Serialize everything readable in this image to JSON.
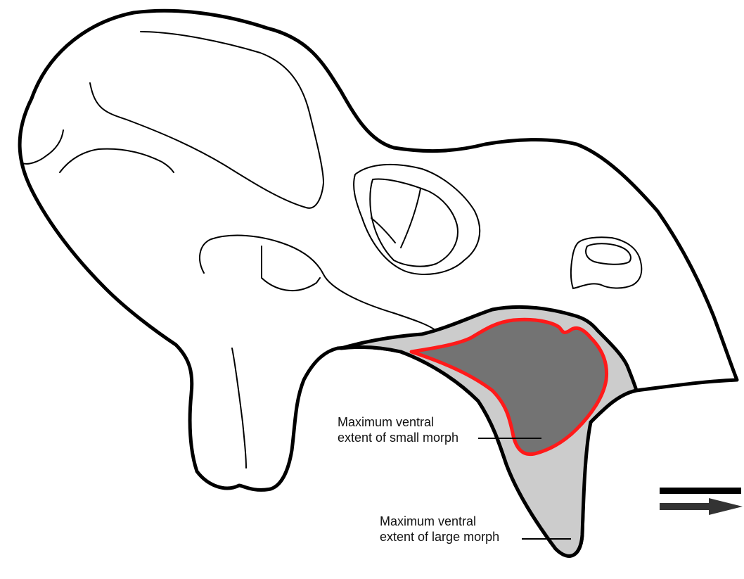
{
  "labels": {
    "small_morph": {
      "line1": "Maximum ventral",
      "line2": "extent of small morph"
    },
    "large_morph": {
      "line1": "Maximum ventral",
      "line2": "extent of large morph"
    }
  },
  "colors": {
    "outline": "#000000",
    "background": "#ffffff",
    "large_morph_fill": "#cccccc",
    "small_morph_fill": "#737373",
    "small_morph_outline": "#ff1a1a",
    "arrow": "#333333"
  },
  "icons": {
    "direction_indicator": "arrow-right-icon",
    "scale_bar": "scale-bar"
  }
}
